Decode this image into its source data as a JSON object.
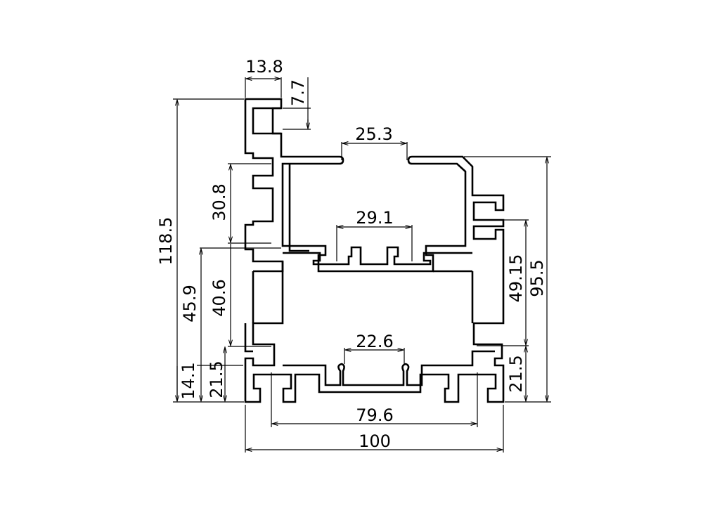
{
  "drawing": {
    "title": "Aluminium profile cross-section",
    "stroke_color": "#000000",
    "background": "#ffffff"
  },
  "dimensions": {
    "top_slot_width": "13.8",
    "top_slot_height": "7.7",
    "top_opening": "25.3",
    "middle_channel": "29.1",
    "bottom_channel": "22.6",
    "left_upper_pitch": "30.8",
    "left_middle_pitch": "40.6",
    "left_lower_total": "45.9",
    "left_bottom_small": "14.1",
    "left_bottom_slot": "21.5",
    "right_bottom_slot": "21.5",
    "right_mid": "49.15",
    "right_total": "95.5",
    "overall_height": "118.5",
    "inner_width": "79.6",
    "overall_width": "100"
  }
}
